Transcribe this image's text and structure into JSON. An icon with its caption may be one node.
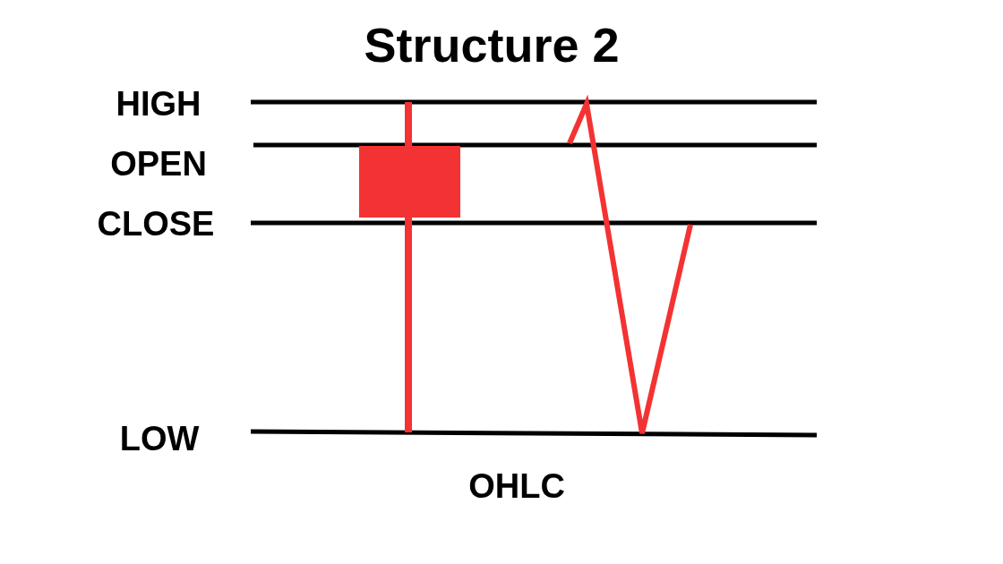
{
  "diagram": {
    "title": "Structure 2",
    "labels": [
      "HIGH",
      "OPEN",
      "CLOSE",
      "LOW",
      "OHLC"
    ]
  }
}
